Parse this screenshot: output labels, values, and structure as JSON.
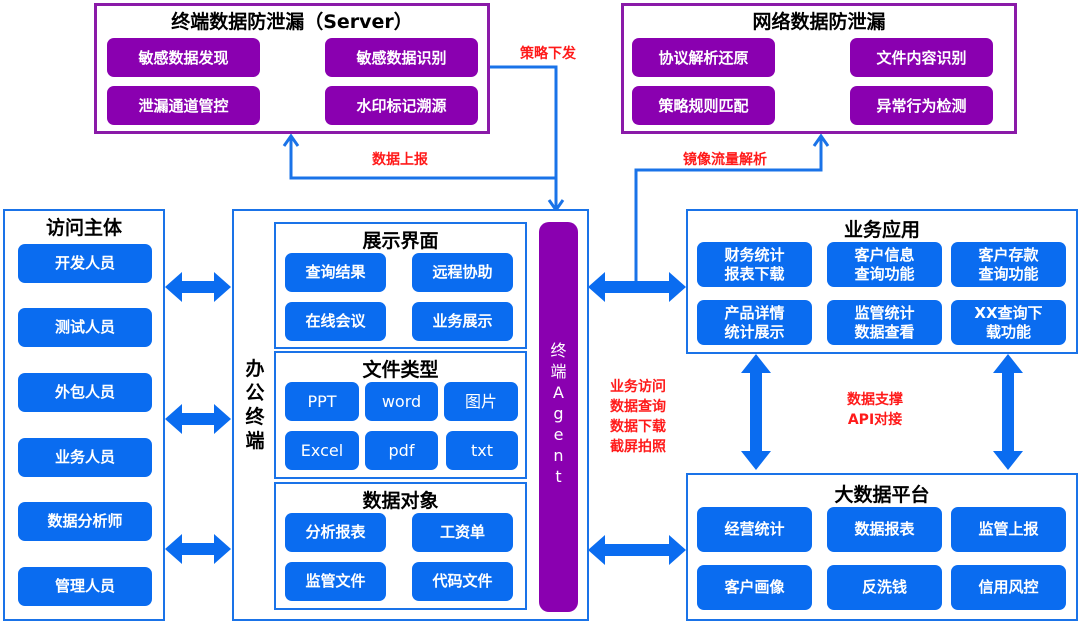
{
  "server_dlp": {
    "title": "终端数据防泄漏（Server）",
    "items": [
      "敏感数据发现",
      "敏感数据识别",
      "泄漏通道管控",
      "水印标记溯源"
    ]
  },
  "network_dlp": {
    "title": "网络数据防泄漏",
    "items": [
      "协议解析还原",
      "文件内容识别",
      "策略规则匹配",
      "异常行为检测"
    ]
  },
  "labels": {
    "policy_push": "策略下发",
    "data_report": "数据上报",
    "mirror_traffic": "镜像流量解析",
    "access_actions": "业务访问\n数据查询\n数据下载\n截屏拍照",
    "data_support": "数据支撑\nAPI对接"
  },
  "subjects": {
    "title": "访问主体",
    "items": [
      "开发人员",
      "测试人员",
      "外包人员",
      "业务人员",
      "数据分析师",
      "管理人员"
    ]
  },
  "office_terminal": {
    "title": "办公终端",
    "display": {
      "title": "展示界面",
      "items": [
        "查询结果",
        "远程协助",
        "在线会议",
        "业务展示"
      ]
    },
    "file_types": {
      "title": "文件类型",
      "items": [
        "PPT",
        "word",
        "图片",
        "Excel",
        "pdf",
        "txt"
      ]
    },
    "data_objects": {
      "title": "数据对象",
      "items": [
        "分析报表",
        "工资单",
        "监管文件",
        "代码文件"
      ]
    },
    "agent": "终端Agent"
  },
  "business_apps": {
    "title": "业务应用",
    "items": [
      "财务统计\n报表下载",
      "客户信息\n查询功能",
      "客户存款\n查询功能",
      "产品详情\n统计展示",
      "监管统计\n数据查看",
      "XX查询下\n载功能"
    ]
  },
  "big_data": {
    "title": "大数据平台",
    "items": [
      "经营统计",
      "数据报表",
      "监管上报",
      "客户画像",
      "反洗钱",
      "信用风控"
    ]
  },
  "colors": {
    "purple": "#8a00b0",
    "blue": "#0a6cf0",
    "red": "#ff1a1a"
  }
}
